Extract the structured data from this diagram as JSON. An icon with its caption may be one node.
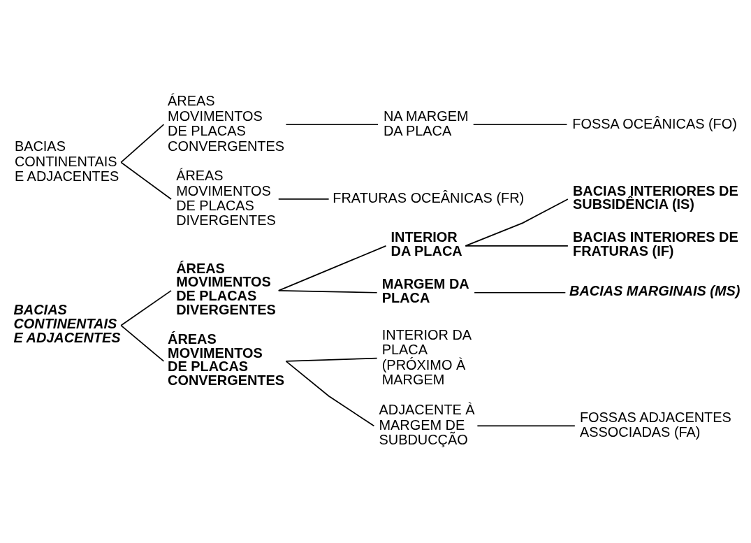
{
  "diagram": {
    "nodes": [
      {
        "text": [
          "BACIAS CONTINENTAIS E ADJACENTES"
        ]
      },
      {
        "text": [
          "ÁREAS MOVIMENTOS DE PLACAS DIVERGENTES"
        ]
      },
      {
        "text": [
          "INTERIOR DA PLACA"
        ]
      },
      {
        "text": [
          "MARGEM DA PLACA"
        ]
      },
      {
        "text": [
          "BACIAS INTERIORES DE SUBSIDÊNCIA (IS)"
        ]
      },
      {
        "text": [
          "BACIAS INTERIORES DE FRATURAS (IF)"
        ]
      },
      {
        "text": [
          "BACIAS MARGINAIS (MS)"
        ]
      },
      {
        "text": [
          "ÁREAS MOVIMENTOS DE PLACAS CONVERGENTES"
        ]
      },
      {
        "text": [
          "INTERIOR DA PLACA (PRÓXIMO À MARGEM"
        ]
      },
      {
        "text": [
          "ADJACENTE À MARGEM DE SUBDUCÇÃO"
        ]
      },
      {
        "text": [
          "FOSSAS ADJACENTES ASSOCIADAS (FA)"
        ]
      },
      {
        "text": [
          "BACIAS CONTINENTAIS E ADJACENTES"
        ]
      },
      {
        "text": [
          "ÁREAS MOVIMENTOS DE PLACAS CONVERGENTES"
        ]
      },
      {
        "text": [
          "NA MARGEM DA PLACA"
        ]
      },
      {
        "text": [
          "FOSSA OCEÂNICAS (FO)"
        ]
      },
      {
        "text": [
          "ÁREAS MOVIMENTOS DE PLACAS DIVERGENTES"
        ]
      },
      {
        "text": [
          "FRATURAS OCEÂNICAS (FR)"
        ]
      }
    ],
    "edges": [
      {
        "from": 0,
        "to": 1,
        "arrow": "none"
      },
      {
        "from": 0,
        "to": 7,
        "arrow": "none"
      },
      {
        "from": 1,
        "to": 2,
        "arrow": "none"
      },
      {
        "from": 1,
        "to": 3,
        "arrow": "none"
      },
      {
        "from": 2,
        "to": 4,
        "arrow": "none"
      },
      {
        "from": 2,
        "to": 5,
        "arrow": "none"
      },
      {
        "from": 3,
        "to": 6,
        "arrow": "none"
      },
      {
        "from": 7,
        "to": 8,
        "arrow": "none"
      },
      {
        "from": 7,
        "to": 9,
        "arrow": "none"
      },
      {
        "from": 9,
        "to": 10,
        "arrow": "none"
      },
      {
        "from": 11,
        "to": 12,
        "arrow": "none"
      },
      {
        "from": 11,
        "to": 15,
        "arrow": "none"
      },
      {
        "from": 12,
        "to": 13,
        "arrow": "none"
      },
      {
        "from": 13,
        "to": 14,
        "arrow": "none"
      },
      {
        "from": 15,
        "to": 16,
        "arrow": "none"
      }
    ]
  }
}
